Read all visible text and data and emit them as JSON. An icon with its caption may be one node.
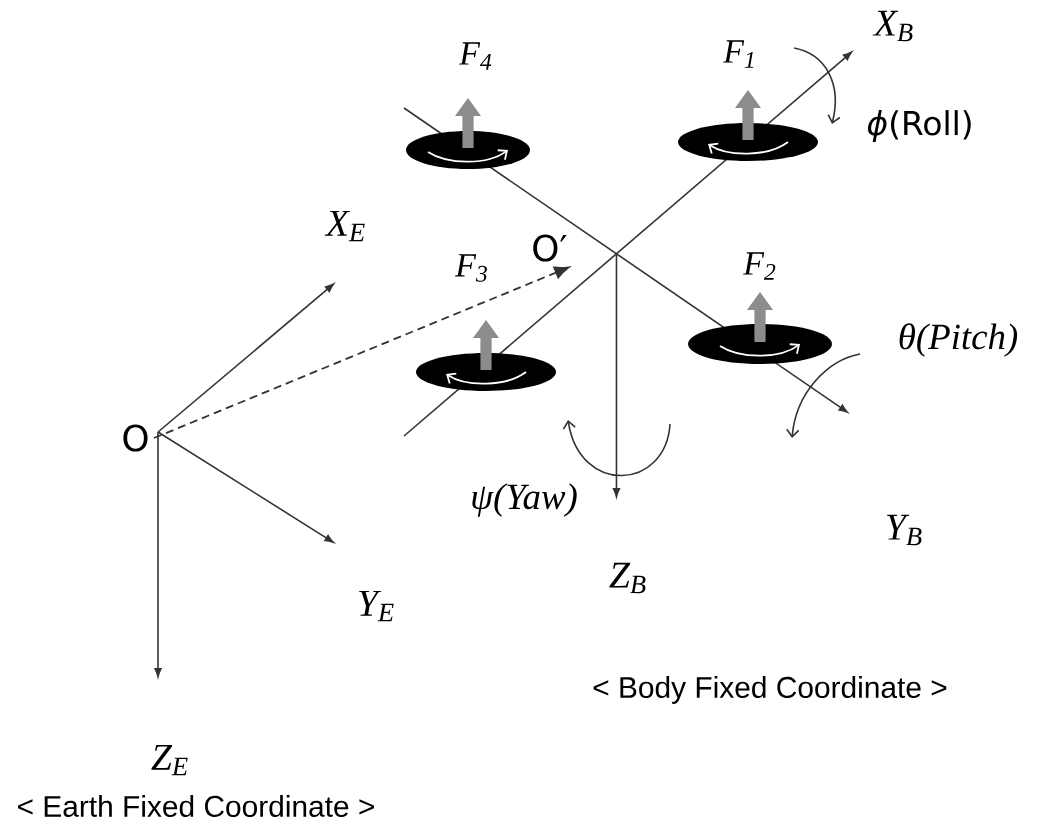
{
  "diagram": {
    "nodes": [
      {
        "text": [
          "O′"
        ]
      },
      {
        "text": [
          "O"
        ]
      }
    ],
    "edges": [
      {
        "from": 1,
        "to": 0,
        "arrow": "to",
        "style": "dashed"
      }
    ],
    "labels": [
      "F$_{4}$",
      "F$_{1}$",
      "X$_{B}$",
      "*ϕ*(Roll)",
      "X$_{E}$",
      "F$_{2}$",
      "F$_{3}$",
      "θ(Pitch)",
      "ψ(Yaw)",
      "Y$_{B}$",
      "Z$_{B}$",
      "Y$_{E}$",
      "< Body Fixed Coordinate >",
      "Z$_{E}$",
      "< Earth Fixed Coordinate >"
    ]
  }
}
